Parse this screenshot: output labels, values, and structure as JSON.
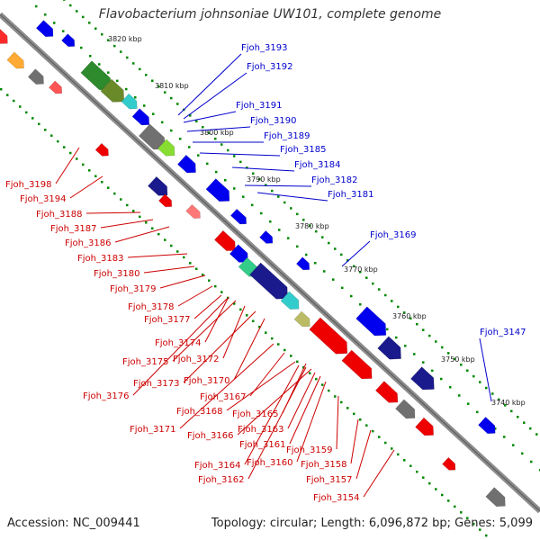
{
  "title": "Flavobacterium johnsoniae UW101, complete genome",
  "footer": {
    "accession": "Accession: NC_009441",
    "summary": "Topology: circular; Length: 6,096,872 bp; Genes: 5,099"
  },
  "colors": {
    "forward_label": "#0000cc",
    "reverse_label": "#cc0000",
    "backbone": "#8c8c8c",
    "forward_gene": "#0000ee",
    "reverse_gene": "#ee0000",
    "ruler_dot": "#008800"
  },
  "ruler": [
    "3820 kbp",
    "3810 kbp",
    "3800 kbp",
    "3790 kbp",
    "3780 kbp",
    "3770 kbp",
    "3760 kbp",
    "3750 kbp",
    "3740 kbp"
  ],
  "forward_labels": [
    "Fjoh_3193",
    "Fjoh_3192",
    "Fjoh_3191",
    "Fjoh_3190",
    "Fjoh_3189",
    "Fjoh_3185",
    "Fjoh_3184",
    "Fjoh_3182",
    "Fjoh_3181",
    "Fjoh_3169",
    "Fjoh_3147"
  ],
  "reverse_labels": [
    "Fjoh_3198",
    "Fjoh_3194",
    "Fjoh_3188",
    "Fjoh_3187",
    "Fjoh_3186",
    "Fjoh_3183",
    "Fjoh_3180",
    "Fjoh_3179",
    "Fjoh_3178",
    "Fjoh_3177",
    "Fjoh_3174",
    "Fjoh_3175",
    "Fjoh_3172",
    "Fjoh_3173",
    "Fjoh_3170",
    "Fjoh_3176",
    "Fjoh_3167",
    "Fjoh_3168",
    "Fjoh_3171",
    "Fjoh_3165",
    "Fjoh_3166",
    "Fjoh_3163",
    "Fjoh_3161",
    "Fjoh_3159",
    "Fjoh_3164",
    "Fjoh_3160",
    "Fjoh_3158",
    "Fjoh_3162",
    "Fjoh_3157",
    "Fjoh_3154"
  ]
}
